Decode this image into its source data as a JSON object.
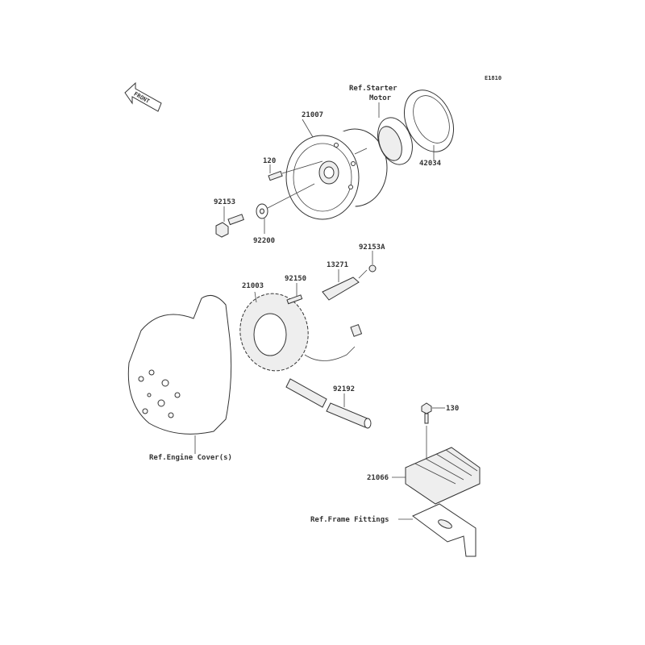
{
  "diagram_code": "E1810",
  "front_label": "FRONT",
  "parts": {
    "flywheel": "21007",
    "starter_ref_line1": "Ref.Starter",
    "starter_ref_line2": "Motor",
    "cover_ring": "42034",
    "bolt_120": "120",
    "bolt_92153": "92153",
    "washer": "92200",
    "bolt_92153a": "92153A",
    "clamp": "13271",
    "bolt_92150": "92150",
    "stator": "21003",
    "tube": "92192",
    "bolt_130": "130",
    "engine_cover_ref": "Ref.Engine Cover(s)",
    "regulator": "21066",
    "frame_ref": "Ref.Frame Fittings"
  }
}
